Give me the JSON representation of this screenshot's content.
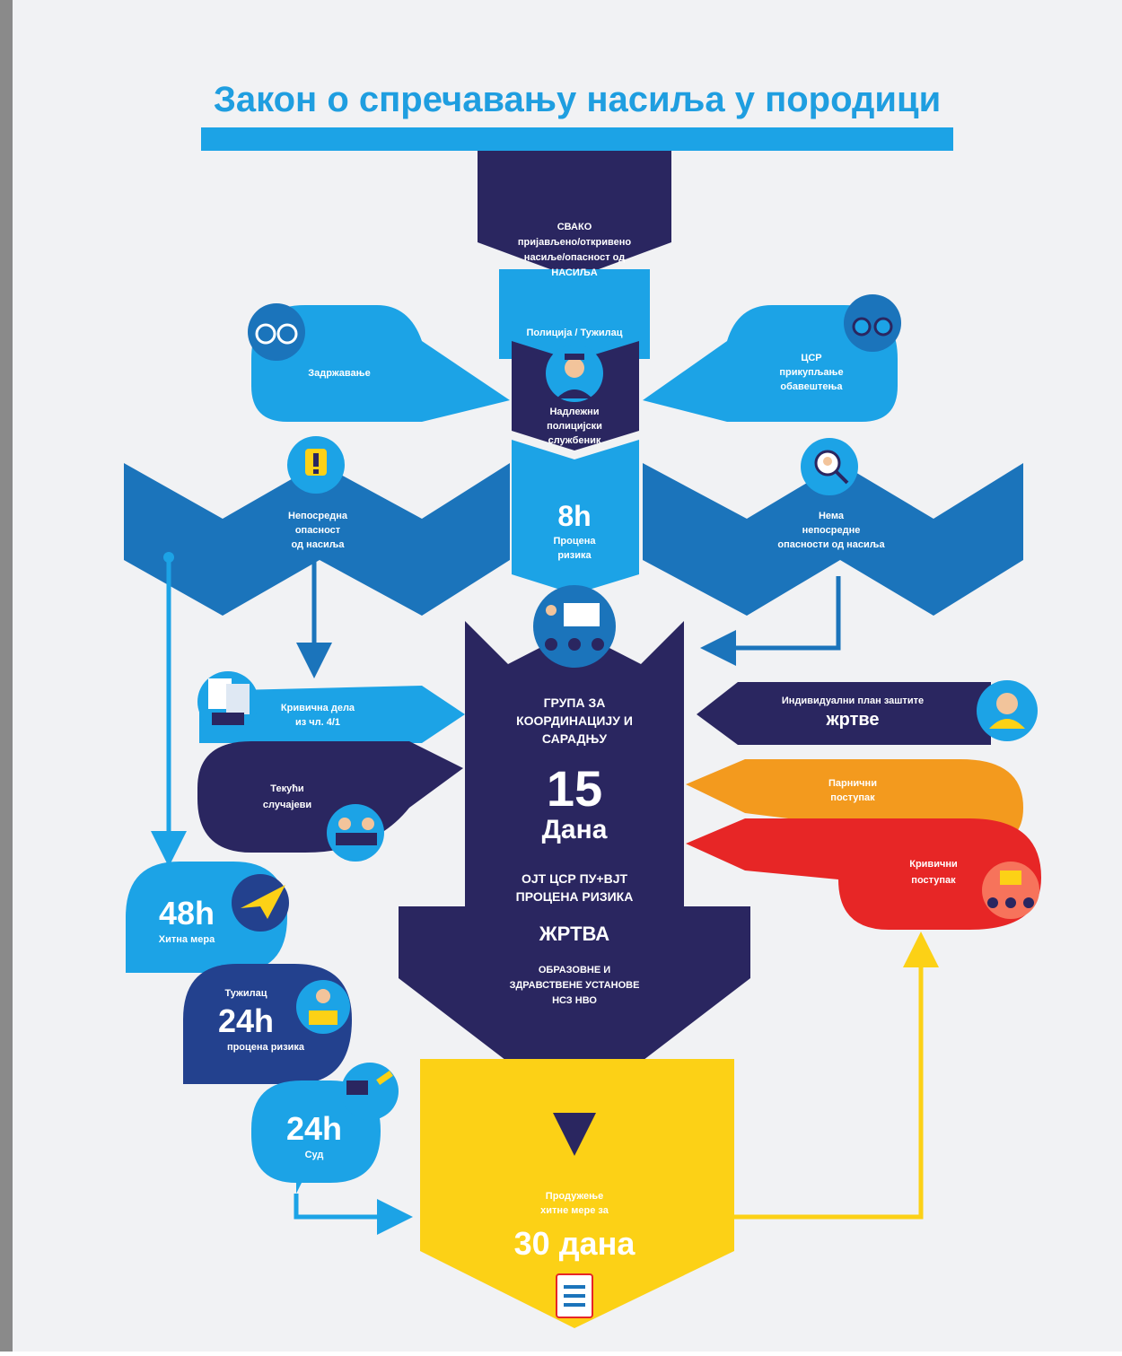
{
  "title": "Закон о спречавању насиља у породици",
  "colors": {
    "navy": "#2a2660",
    "blue_mid": "#1b74bb",
    "blue_light": "#1ca3e6",
    "blue_dark": "#23418e",
    "orange": "#f39a1e",
    "red": "#e72626",
    "yellow": "#fcd116",
    "title": "#1f9ee0",
    "background": "#f1f2f4"
  },
  "nodes": {
    "report": {
      "line1": "СВАКО",
      "line2": "пријављено/откривено",
      "line3": "насиље/опасност од",
      "line4": "НАСИЉА"
    },
    "police": {
      "label": "Полиција / Тужилац"
    },
    "officer": {
      "line1": "Надлежни",
      "line2": "полицијски",
      "line3": "службеник"
    },
    "detention": {
      "label": "Задржавање"
    },
    "csr_info": {
      "line1": "ЦСР",
      "line2": "прикупљање",
      "line3": "обавештења"
    },
    "immediate": {
      "line1": "Непосредна",
      "line2": "опасност",
      "line3": "од насиља"
    },
    "no_immediate": {
      "line1": "Нема",
      "line2": "непосредне",
      "line3": "опасности од насиља"
    },
    "risk8": {
      "hours": "8h",
      "line1": "Процена",
      "line2": "ризика"
    },
    "group": {
      "line1": "ГРУПА ЗА",
      "line2": "КООРДИНАЦИЈУ И",
      "line3": "САРАДЊУ",
      "days": "15",
      "days_label": "Дана",
      "members_line1": "ОЈТ ЦСР ПУ+ВЈТ",
      "members_line2": "ПРОЦЕНА РИЗИКА",
      "victim": "ЖРТВА",
      "inst_line1": "ОБРАЗОВНЕ И",
      "inst_line2": "ЗДРАВСТВЕНЕ УСТАНОВЕ",
      "inst_line3": "НСЗ НВО"
    },
    "criminal_acts": {
      "line1": "Кривична дела",
      "line2": "из чл. 4/1"
    },
    "current_cases": {
      "line1": "Текући",
      "line2": "случајеви"
    },
    "protection_plan": {
      "line1": "Индивидуални план заштите",
      "line2": "жртве"
    },
    "civil": {
      "line1": "Парнични",
      "line2": "поступак"
    },
    "criminal_proc": {
      "line1": "Кривични",
      "line2": "поступак"
    },
    "urgent48": {
      "hours": "48h",
      "label": "Хитна мера"
    },
    "prosecutor24": {
      "label": "Тужилац",
      "hours": "24h",
      "sub": "процена ризика"
    },
    "court24": {
      "hours": "24h",
      "label": "Суд"
    },
    "extended": {
      "line1": "Продужење",
      "line2": "хитне мере за",
      "big": "30 дана"
    }
  }
}
